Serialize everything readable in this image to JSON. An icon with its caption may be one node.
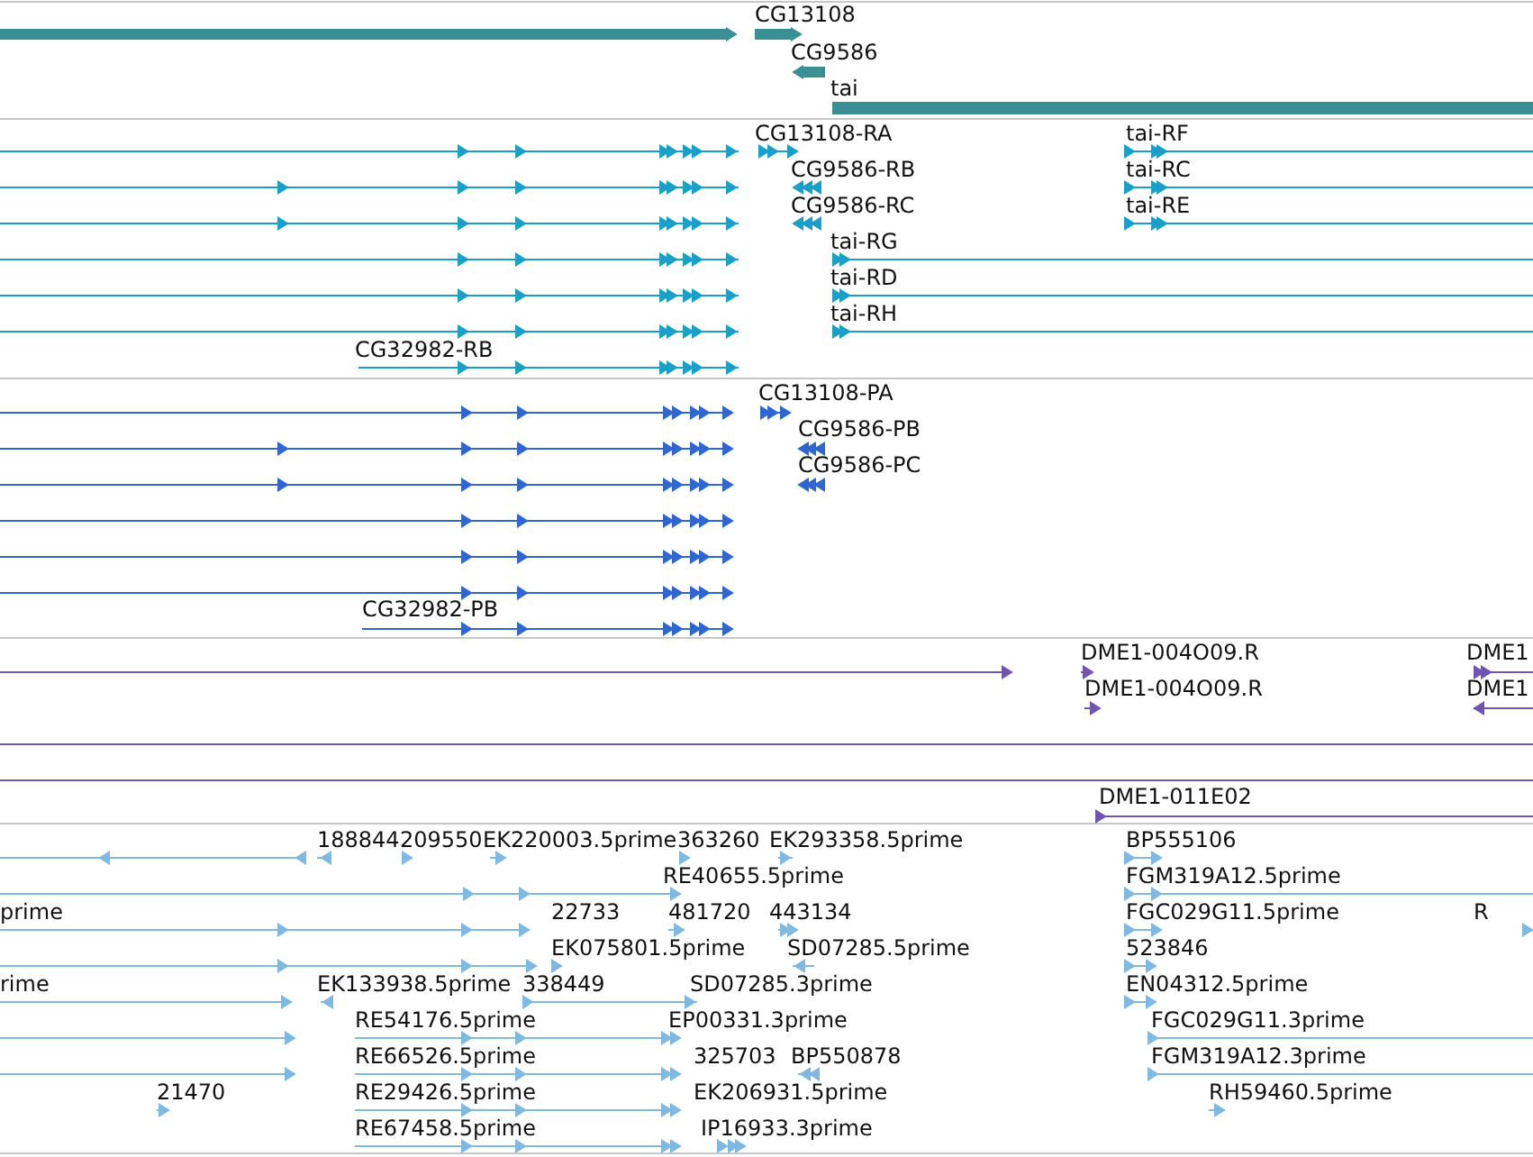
{
  "diagram": {
    "labels": [
      "CG13108",
      "CG9586",
      "tai",
      "CG13108-RA",
      "tai-RF",
      "CG9586-RB",
      "tai-RC",
      "CG9586-RC",
      "tai-RE",
      "tai-RG",
      "tai-RD",
      "tai-RH",
      "CG32982-RB",
      "CG13108-PA",
      "CG9586-PB",
      "CG9586-PC",
      "CG32982-PB",
      "DME1-004O09.R",
      "DME1",
      "DME1-004O09.R",
      "DME1",
      "DME1-011E02",
      "188844",
      "209550",
      "EK220003.5prime",
      "363260",
      "EK293358.5prime",
      "BP555106",
      "RE40655.5prime",
      "FGM319A12.5prime",
      "prime",
      "22733",
      "481720",
      "443134",
      "FGC029G11.5prime",
      "R",
      "EK075801.5prime",
      "SD07285.5prime",
      "523846",
      "rime",
      "EK133938.5prime",
      "338449",
      "SD07285.3prime",
      "EN04312.5prime",
      "RE54176.5prime",
      "EP00331.3prime",
      "FGC029G11.3prime",
      "RE66526.5prime",
      "325703",
      "BP550878",
      "FGM319A12.3prime",
      "21470",
      "RE29426.5prime",
      "EK206931.5prime",
      "RH59460.5prime",
      "RE67458.5prime",
      "IP16933.3prime"
    ]
  }
}
